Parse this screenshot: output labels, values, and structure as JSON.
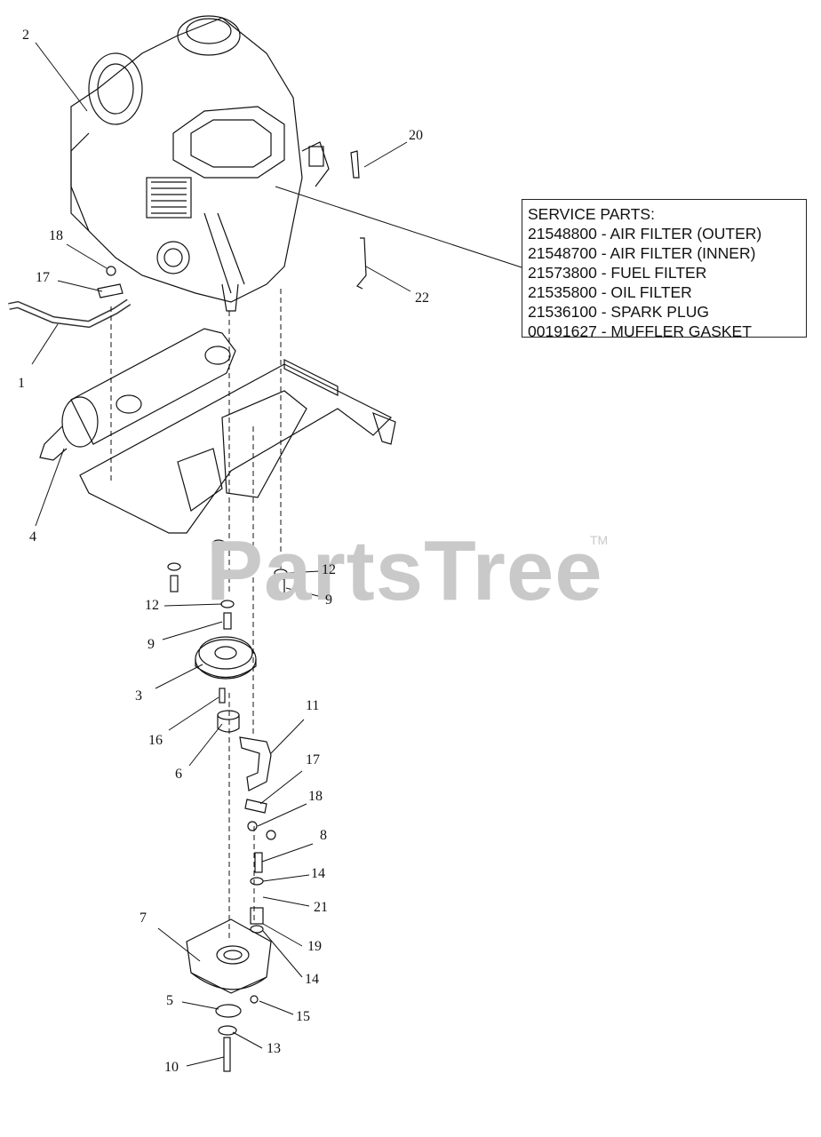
{
  "service_parts": {
    "title": "SERVICE PARTS:",
    "items": [
      "21548800 - AIR FILTER (OUTER)",
      "21548700 - AIR FILTER (INNER)",
      "21573800 - FUEL FILTER",
      "21535800 - OIL FILTER",
      "21536100 - SPARK PLUG",
      "00191627 - MUFFLER GASKET"
    ]
  },
  "watermark": {
    "text": "PartsTree",
    "tm": "TM"
  },
  "callouts": [
    "2",
    "20",
    "18",
    "17",
    "1",
    "22",
    "4",
    "12",
    "9",
    "12",
    "9",
    "3",
    "16",
    "6",
    "11",
    "17",
    "18",
    "8",
    "14",
    "21",
    "7",
    "19",
    "14",
    "5",
    "15",
    "13",
    "10"
  ]
}
